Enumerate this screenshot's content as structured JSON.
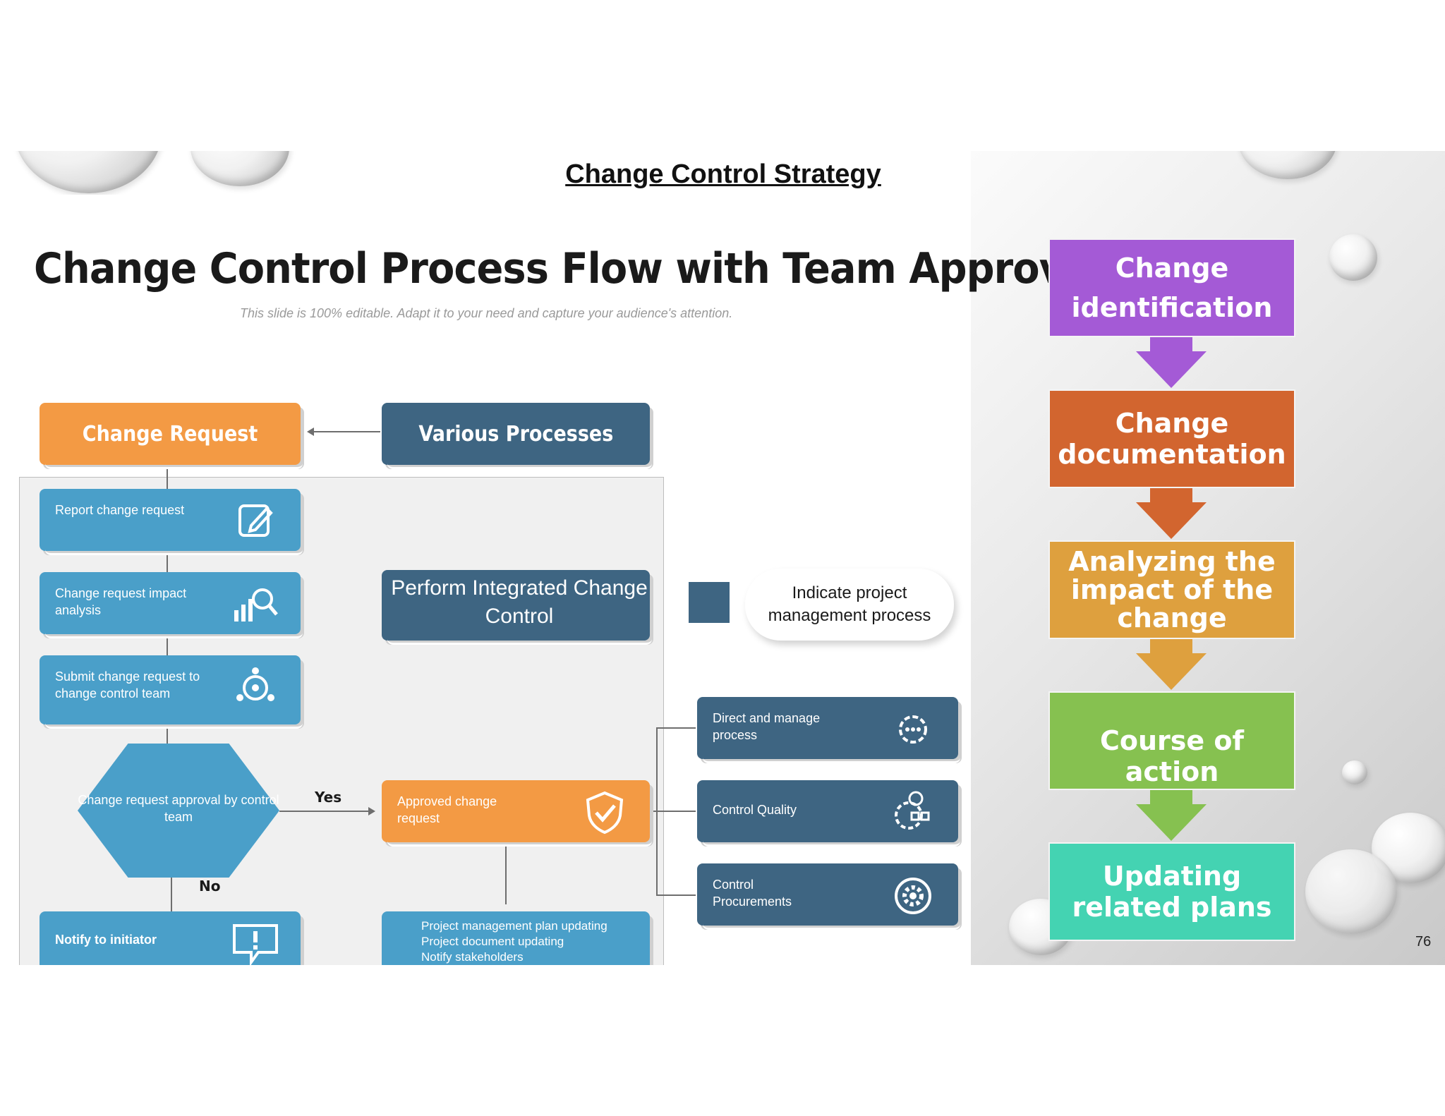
{
  "slide": {
    "title": "Change Control Strategy",
    "page_number": "76"
  },
  "embedded_slide": {
    "title": "Change Control Process Flow with Team Approval",
    "subtitle": "This slide is 100% editable. Adapt it to your need and capture your audience's attention.",
    "change_request": "Change Request",
    "various_processes": "Various Processes",
    "steps": [
      {
        "label": "Report change request",
        "icon": "edit-icon"
      },
      {
        "label": "Change request impact analysis",
        "icon": "analytics-icon"
      },
      {
        "label": "Submit change request to change control team",
        "icon": "team-icon"
      }
    ],
    "pic": "Perform Integrated Change Control",
    "legend": "Indicate project management process",
    "decision": "Change request approval by control team",
    "yes": "Yes",
    "no": "No",
    "approved": "Approved change request",
    "notify": "Notify to initiator",
    "updates": [
      "Project management plan updating",
      "Project document updating",
      "Notify stakeholders"
    ],
    "processes": [
      {
        "label": "Direct and manage process",
        "icon": "gear-dots-icon"
      },
      {
        "label": "Control Quality",
        "icon": "quality-icon"
      },
      {
        "label": "Control Procurements",
        "icon": "settings-icon"
      }
    ],
    "colors": {
      "orange": "#f39a44",
      "navy": "#3e6582",
      "blue": "#4a9fc9"
    }
  },
  "strategy_flow": [
    {
      "label": "Change identification",
      "color": "#a45ad6"
    },
    {
      "label": "Change documentation",
      "color": "#d2652f"
    },
    {
      "label": "Analyzing the impact of the change",
      "color": "#dea03e"
    },
    {
      "label": "Course of action",
      "color": "#86c150"
    },
    {
      "label": "Updating related plans",
      "color": "#44d3b2"
    }
  ]
}
